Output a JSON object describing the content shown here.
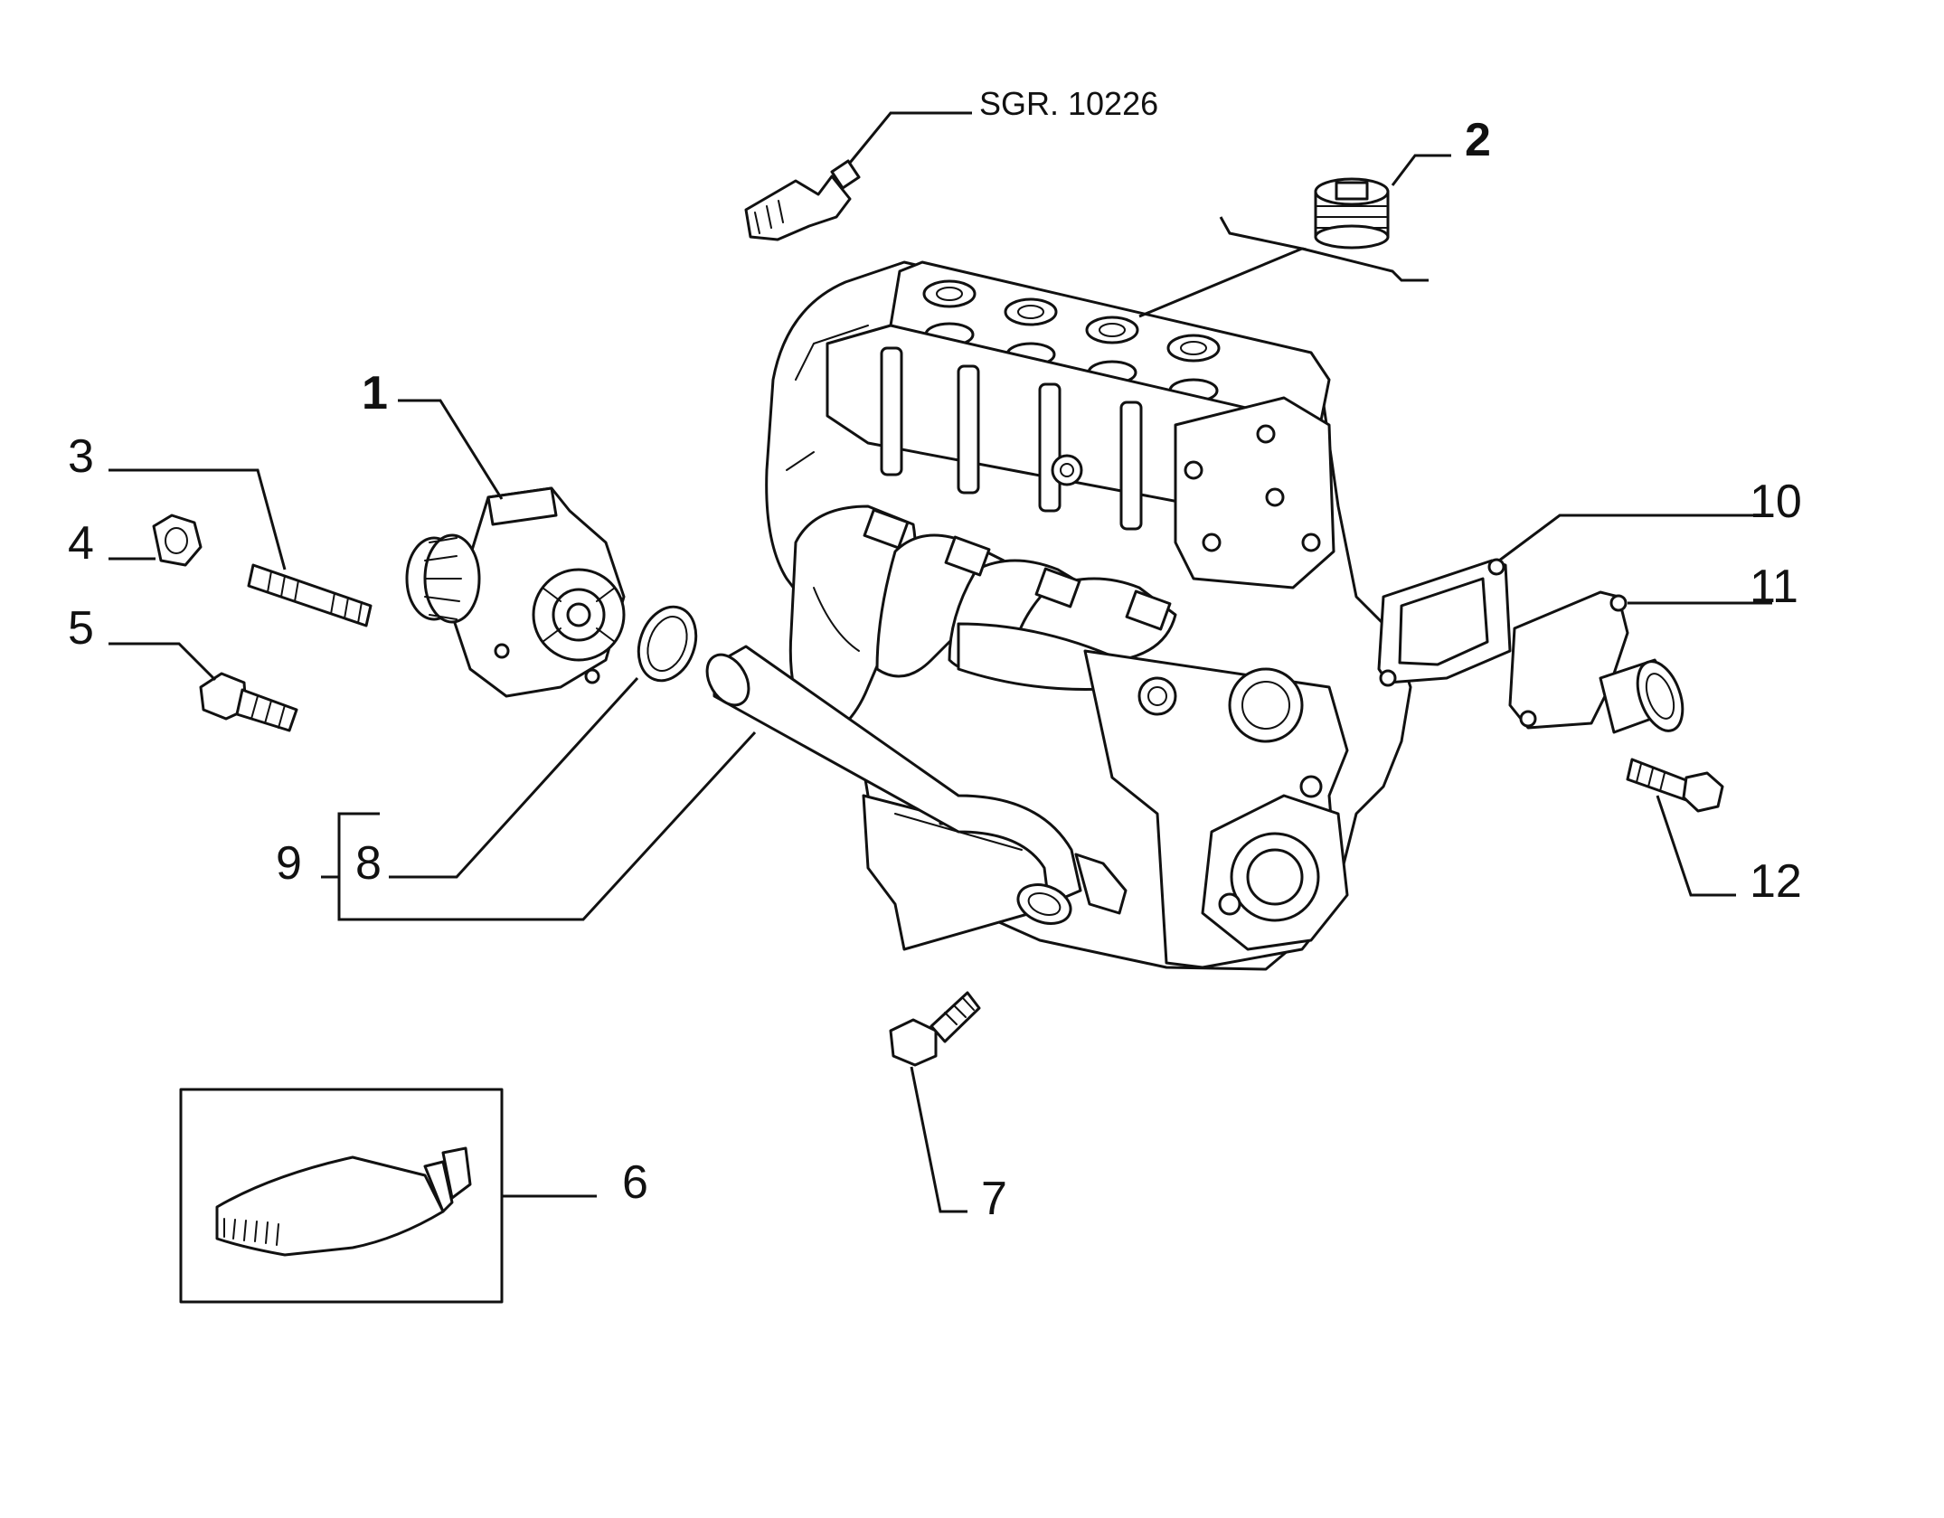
{
  "callouts": {
    "c1": "1",
    "c2": "2",
    "c3": "3",
    "c4": "4",
    "c5": "5",
    "c6": "6",
    "c7": "7",
    "c8": "8",
    "c9": "9",
    "c10": "10",
    "c11": "11",
    "c12": "12"
  },
  "reference": "SGR. 10226"
}
